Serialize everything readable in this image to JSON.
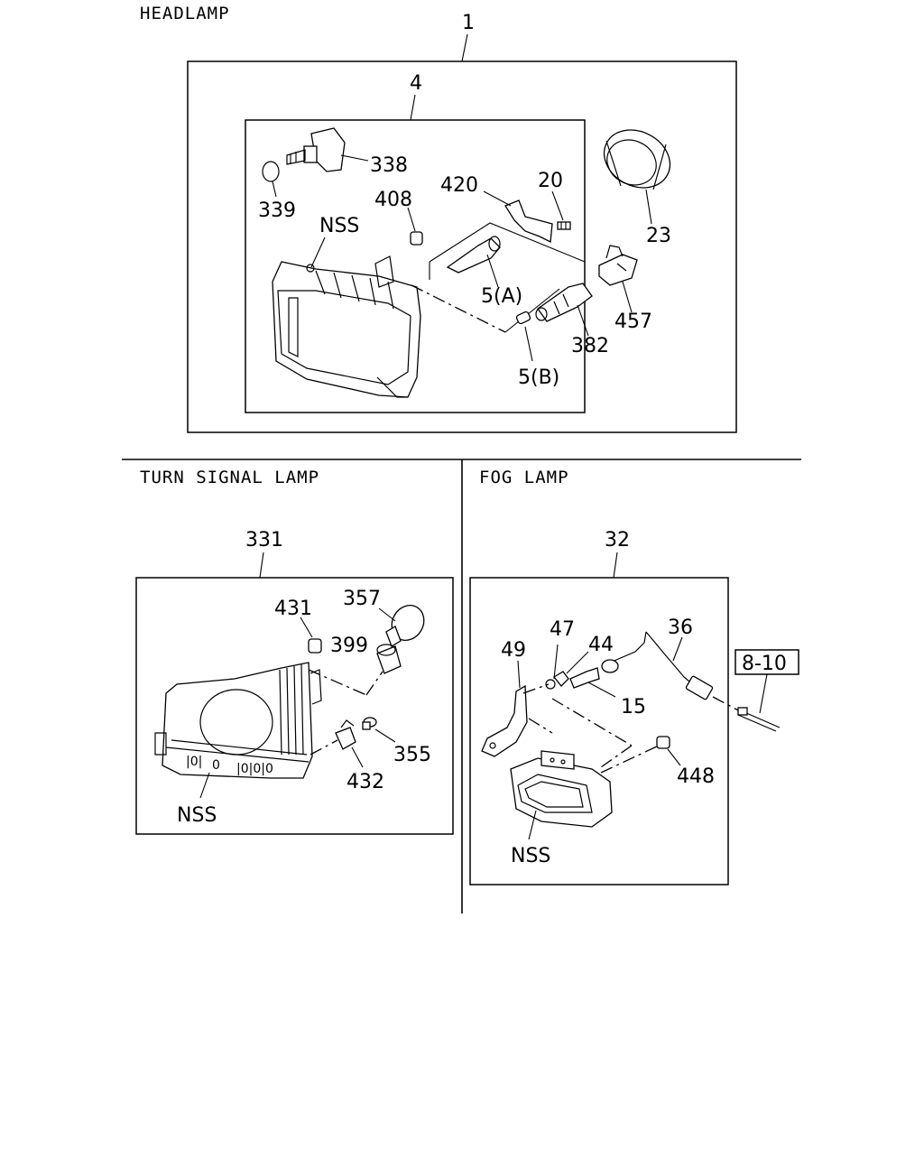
{
  "sections": {
    "headlamp": "HEADLAMP",
    "turn_signal": "TURN SIGNAL LAMP",
    "fog": "FOG LAMP"
  },
  "headlamp_labels": {
    "assy": "1",
    "unit": "4",
    "bulb_338": "338",
    "oring_339": "339",
    "bracket_420": "420",
    "screw_20": "20",
    "cap_408": "408",
    "nss": "NSS",
    "ring_23": "23",
    "bulb_5a": "5(A)",
    "bulb_5b": "5(B)",
    "socket_382": "382",
    "socket_457": "457"
  },
  "turn_labels": {
    "assy": "331",
    "bulb_357": "357",
    "grommet_431": "431",
    "socket_399": "399",
    "screw_355": "355",
    "clip_432": "432",
    "nss": "NSS"
  },
  "fog_labels": {
    "assy": "32",
    "harness_36": "36",
    "washer_47": "47",
    "nut_44": "44",
    "bracket_49": "49",
    "ref_8_10": "8-10",
    "bulb_15": "15",
    "grommet_448": "448",
    "nss": "NSS"
  }
}
